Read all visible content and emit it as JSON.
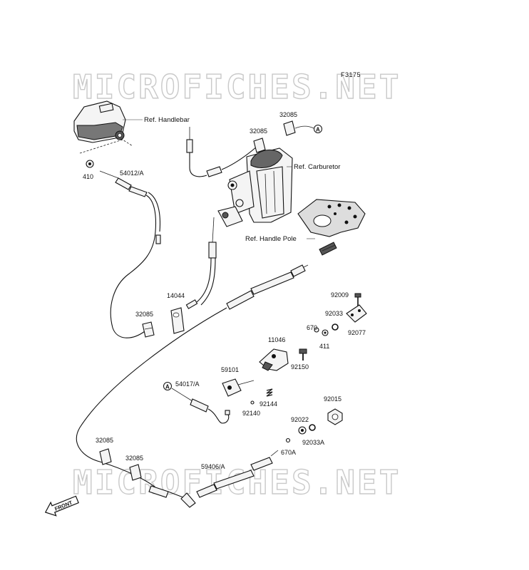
{
  "figure_code": "F3175",
  "watermark": "MICROFICHES.NET",
  "references": {
    "handlebar": "Ref. Handlebar",
    "carburetor": "Ref. Carburetor",
    "handle_pole": "Ref. Handle Pole"
  },
  "callouts": {
    "a_marker": "A"
  },
  "part_labels": {
    "p32085_top": "32085",
    "p32085_mid": "32085",
    "p54012": "54012/A",
    "p410": "410",
    "p14044": "14044",
    "p32085_left": "32085",
    "p92009": "92009",
    "p92033": "92033",
    "p670": "670",
    "p411": "411",
    "p92077": "92077",
    "p11046": "11046",
    "p92150": "92150",
    "p59101": "59101",
    "p54017": "54017/A",
    "p92144": "92144",
    "p92140": "92140",
    "p92015": "92015",
    "p92022": "92022",
    "p92033a": "92033A",
    "p670a": "670A",
    "p32085_bl1": "32085",
    "p32085_bl2": "32085",
    "p59406": "59406/A"
  },
  "front_arrow": "FRONT"
}
